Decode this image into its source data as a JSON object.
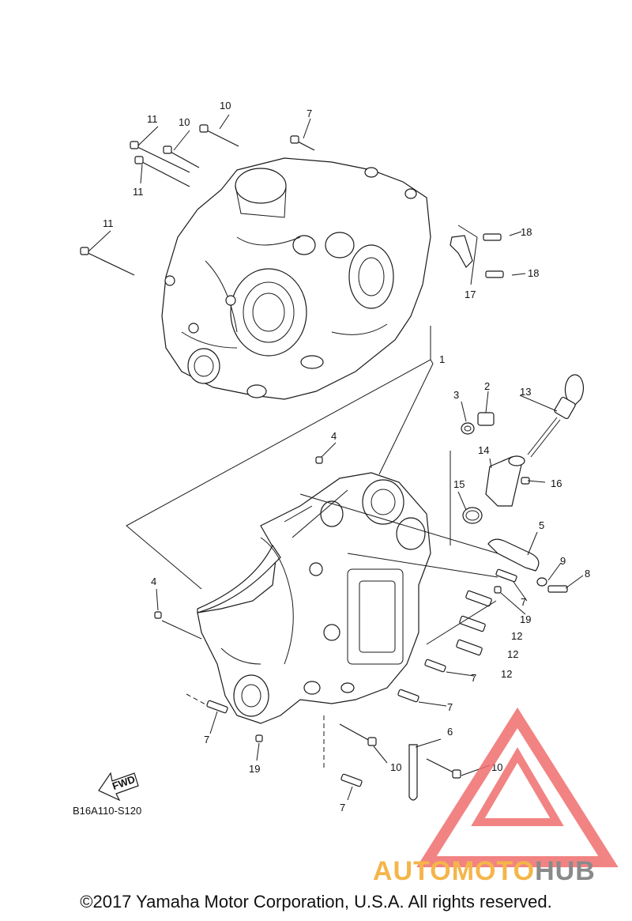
{
  "diagram": {
    "code": "B16A110-S120",
    "fwd_label": "FWD",
    "callouts": [
      "1",
      "2",
      "3",
      "4",
      "4",
      "5",
      "6",
      "7",
      "7",
      "7",
      "7",
      "7",
      "7",
      "7",
      "8",
      "9",
      "10",
      "10",
      "10",
      "10",
      "11",
      "11",
      "11",
      "12",
      "12",
      "12",
      "13",
      "14",
      "15",
      "16",
      "17",
      "18",
      "18",
      "19",
      "19"
    ]
  },
  "watermark": {
    "part1": "AUTO",
    "part2": "MOTO",
    "part3": "HUB",
    "color_accent": "#f5b54a",
    "color_red": "#f06e6e",
    "color_gray": "#8a8a8a"
  },
  "footer": {
    "copyright": "©2017 Yamaha Motor Corporation, U.S.A. All rights reserved."
  }
}
